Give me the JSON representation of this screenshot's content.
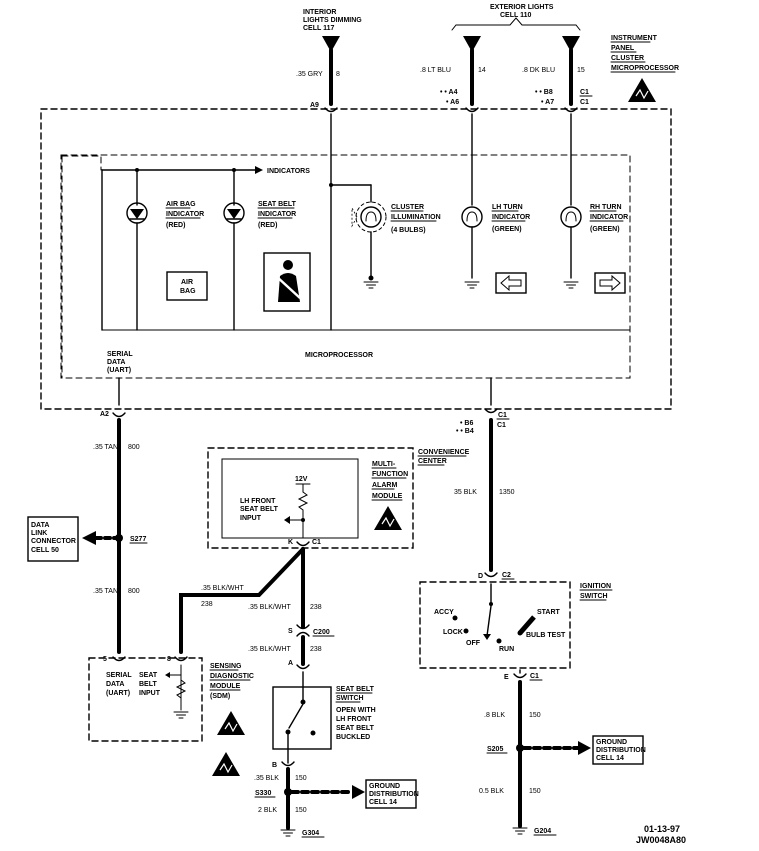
{
  "interior": {
    "l1": "INTERIOR",
    "l2": "LIGHTS DIMMING",
    "l3": "CELL 117",
    "wire": ".35 GRY",
    "circuit": "8",
    "pin": "A9"
  },
  "exterior": {
    "l1": "EXTERIOR LIGHTS",
    "l2": "CELL 110"
  },
  "lt": {
    "wire": ".8 LT BLU",
    "circuit": "14",
    "pin1": "A4",
    "pin2": "A6"
  },
  "dk": {
    "wire": ".8 DK BLU",
    "circuit": "15",
    "pin1": "B8",
    "pin2": "A7",
    "conn1": "C1",
    "conn2": "C1"
  },
  "ipc": {
    "l1": "INSTRUMENT",
    "l2": "PANEL",
    "l3": "CLUSTER",
    "l4": "MICROPROCESSOR"
  },
  "indicators": "INDICATORS",
  "airbag": {
    "l1": "AIR BAG",
    "l2": "INDICATOR",
    "l3": "(RED)",
    "box1": "AIR",
    "box2": "BAG"
  },
  "seatbelt": {
    "l1": "SEAT BELT",
    "l2": "INDICATOR",
    "l3": "(RED)"
  },
  "cluster": {
    "l1": "CLUSTER",
    "l2": "ILLUMINATION",
    "l3": "(4 BULBS)"
  },
  "lhturn": {
    "l1": "LH TURN",
    "l2": "INDICATOR",
    "l3": "(GREEN)"
  },
  "rhturn": {
    "l1": "RH TURN",
    "l2": "INDICATOR",
    "l3": "(GREEN)"
  },
  "micro": "MICROPROCESSOR",
  "serial": {
    "l1": "SERIAL",
    "l2": "DATA",
    "l3": "(UART)",
    "pin": "A2"
  },
  "c1pins": {
    "b6": "B6",
    "b4": "B4",
    "conn1": "C1",
    "conn2": "C1"
  },
  "w800": {
    "wire": ".35 TAN",
    "circuit": "800"
  },
  "dlc": {
    "l1": "DATA",
    "l2": "LINK",
    "l3": "CONNECTOR",
    "l4": "CELL 50",
    "splice": "S277"
  },
  "conv": {
    "l1": "CONVENIENCE",
    "l2": "CENTER"
  },
  "mfam": {
    "l1": "MULTI-",
    "l2": "FUNCTION",
    "l3": "ALARM",
    "l4": "MODULE",
    "volt": "12V",
    "in1": "LH FRONT",
    "in2": "SEAT BELT",
    "in3": "INPUT",
    "pinK": "K",
    "conn": "C1"
  },
  "w1350": {
    "wire": "35 BLK",
    "circuit": "1350"
  },
  "w238": {
    "wire": ".35 BLK/WHT",
    "circuit": "238"
  },
  "w238b": {
    "wire": ".35 BLK/WHT",
    "circuit": "238"
  },
  "w238c": {
    "wire": ".35 BLK/WHT",
    "circuit": "238"
  },
  "c200": {
    "pin": "S",
    "conn": "C200"
  },
  "pinA": "A",
  "sdm": {
    "pin5": "5",
    "pin8": "8",
    "s1": "SERIAL",
    "s2": "DATA",
    "s3": "(UART)",
    "b1": "SEAT",
    "b2": "BELT",
    "b3": "INPUT",
    "l1": "SENSING",
    "l2": "DIAGNOSTIC",
    "l3": "MODULE",
    "l4": "(SDM)"
  },
  "sbsw": {
    "l1": "SEAT BELT",
    "l2": "SWITCH",
    "o1": "OPEN WITH",
    "o2": "LH FRONT",
    "o3": "SEAT BELT",
    "o4": "BUCKLED"
  },
  "ign": {
    "l1": "IGNITION",
    "l2": "SWITCH",
    "accy": "ACCY",
    "lock": "LOCK",
    "off": "OFF",
    "run": "RUN",
    "start": "START",
    "bulb": "BULB TEST",
    "pinD": "D",
    "connD": "C2",
    "pinE": "E",
    "connE": "C1"
  },
  "w150a": {
    "wire": ".35 BLK",
    "circuit": "150"
  },
  "w150b": {
    "wire": "2 BLK",
    "circuit": "150"
  },
  "w150c": {
    "wire": ".8 BLK",
    "circuit": "150"
  },
  "w150d": {
    "wire": "0.5 BLK",
    "circuit": "150"
  },
  "pinB": "B",
  "gd1": {
    "l1": "GROUND",
    "l2": "DISTRIBUTION",
    "l3": "CELL 14",
    "splice": "S330",
    "ground": "G304"
  },
  "gd2": {
    "l1": "GROUND",
    "l2": "DISTRIBUTION",
    "l3": "CELL 14",
    "splice": "S205",
    "ground": "G204"
  },
  "footer": {
    "date": "01-13-97",
    "code": "JW0048A80"
  }
}
